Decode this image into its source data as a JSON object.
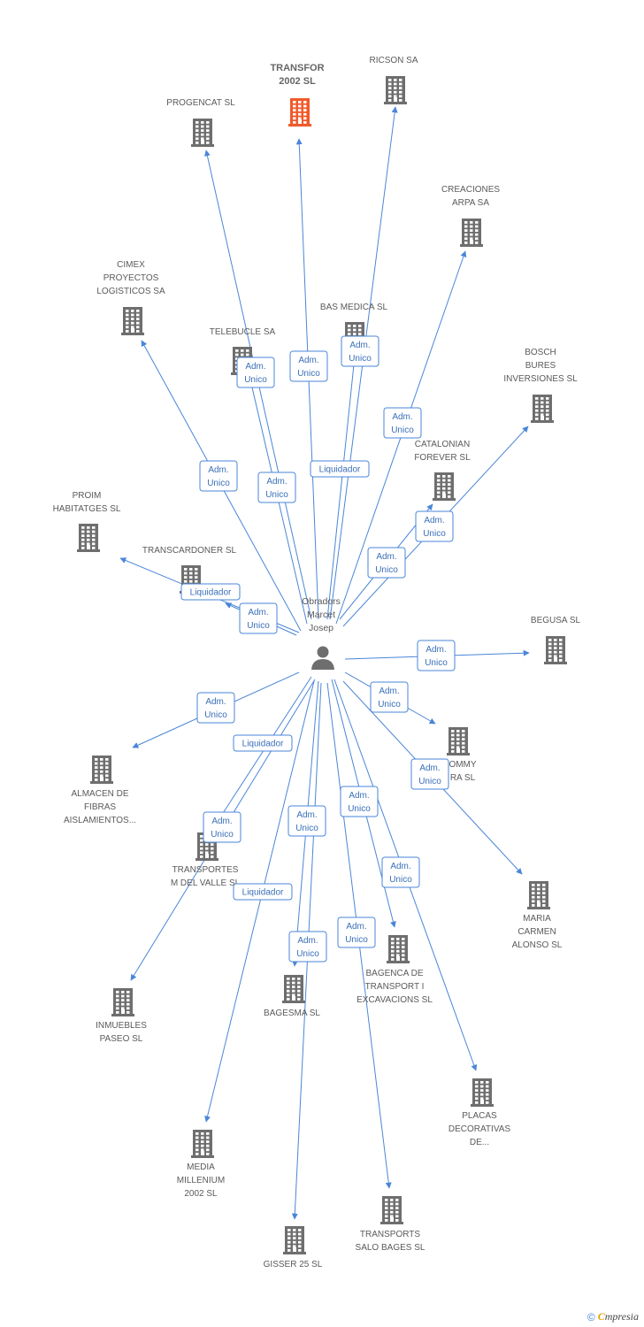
{
  "center": {
    "label_lines": [
      "Obradors",
      "Marcet",
      "Josep"
    ]
  },
  "colors": {
    "edge": "#4a86d8",
    "building": "#6e6e6e",
    "highlight": "#f05a2a"
  },
  "companies": [
    {
      "id": "transfor",
      "lines": [
        "TRANSFOR",
        "2002 SL"
      ],
      "highlight": true
    },
    {
      "id": "ricson",
      "lines": [
        "RICSON SA"
      ]
    },
    {
      "id": "progencat",
      "lines": [
        "PROGENCAT SL"
      ]
    },
    {
      "id": "creaciones",
      "lines": [
        "CREACIONES",
        "ARPA SA"
      ]
    },
    {
      "id": "cimex",
      "lines": [
        "CIMEX",
        "PROYECTOS",
        "LOGISTICOS SA"
      ]
    },
    {
      "id": "basmedica",
      "lines": [
        "BAS MEDICA SL"
      ]
    },
    {
      "id": "telebucle",
      "lines": [
        "TELEBUCLE SA"
      ]
    },
    {
      "id": "bosch",
      "lines": [
        "BOSCH",
        "BURES",
        "INVERSIONES SL"
      ]
    },
    {
      "id": "catalonian",
      "lines": [
        "CATALONIAN",
        "FOREVER SL"
      ]
    },
    {
      "id": "proim",
      "lines": [
        "PROIM",
        "HABITATGES SL"
      ]
    },
    {
      "id": "transcardoner",
      "lines": [
        "TRANSCARDONER SL"
      ]
    },
    {
      "id": "begusa",
      "lines": [
        "BEGUSA SL"
      ]
    },
    {
      "id": "tommy",
      "lines": [
        "OMMY",
        "RA SL"
      ]
    },
    {
      "id": "almacen",
      "lines": [
        "ALMACEN DE",
        "FIBRAS",
        "AISLAMIENTOS..."
      ]
    },
    {
      "id": "transportes",
      "lines": [
        "TRANSPORTES",
        "M DEL VALLE SL"
      ]
    },
    {
      "id": "maria",
      "lines": [
        "MARIA",
        "CARMEN",
        "ALONSO SL"
      ]
    },
    {
      "id": "bagenca",
      "lines": [
        "BAGENCA DE",
        "TRANSPORT I",
        "EXCAVACIONS SL"
      ]
    },
    {
      "id": "inmuebles",
      "lines": [
        "INMUEBLES",
        "PASEO SL"
      ]
    },
    {
      "id": "bagesma",
      "lines": [
        "BAGESMA SL"
      ]
    },
    {
      "id": "placas",
      "lines": [
        "PLACAS",
        "DECORATIVAS",
        "DE..."
      ]
    },
    {
      "id": "media",
      "lines": [
        "MEDIA",
        "MILLENIUM",
        "2002 SL"
      ]
    },
    {
      "id": "transports",
      "lines": [
        "TRANSPORTS",
        "SALO BAGES SL"
      ]
    },
    {
      "id": "gisser",
      "lines": [
        "GISSER 25 SL"
      ]
    }
  ],
  "relations": [
    {
      "target": "cimex",
      "lines": [
        "Adm.",
        "Unico"
      ]
    },
    {
      "target": "telebucle",
      "lines": [
        "Adm.",
        "Unico"
      ]
    },
    {
      "target": "progencat",
      "lines": [
        "Adm.",
        "Unico"
      ]
    },
    {
      "target": "transfor",
      "lines": [
        "Adm.",
        "Unico"
      ]
    },
    {
      "target": "basmedica",
      "lines": [
        "Adm.",
        "Unico"
      ]
    },
    {
      "target": "ricson",
      "lines": [
        "Liquidador"
      ]
    },
    {
      "target": "creaciones",
      "lines": [
        "Adm.",
        "Unico"
      ]
    },
    {
      "target": "bosch",
      "lines": [
        "Adm.",
        "Unico"
      ]
    },
    {
      "target": "catalonian",
      "lines": [
        "Adm.",
        "Unico"
      ]
    },
    {
      "target": "transcardoner",
      "lines": [
        "Liquidador"
      ]
    },
    {
      "target": "proim",
      "lines": [
        "Adm.",
        "Unico"
      ]
    },
    {
      "target": "begusa",
      "lines": [
        "Adm.",
        "Unico"
      ]
    },
    {
      "target": "tommy",
      "lines": [
        "Adm.",
        "Unico"
      ]
    },
    {
      "target": "almacen",
      "lines": [
        "Adm.",
        "Unico"
      ]
    },
    {
      "target": "transportes",
      "lines": [
        "Liquidador"
      ]
    },
    {
      "target": "maria",
      "lines": [
        "Adm.",
        "Unico"
      ]
    },
    {
      "target": "inmuebles",
      "lines": [
        "Adm.",
        "Unico"
      ]
    },
    {
      "target": "bagesma",
      "lines": [
        "Adm.",
        "Unico"
      ]
    },
    {
      "target": "media",
      "lines": [
        "Liquidador"
      ]
    },
    {
      "target": "bagenca",
      "lines": [
        "Adm.",
        "Unico"
      ]
    },
    {
      "target": "placas",
      "lines": [
        "Adm.",
        "Unico"
      ]
    },
    {
      "target": "gisser",
      "lines": [
        "Adm.",
        "Unico"
      ]
    },
    {
      "target": "transports",
      "lines": [
        "Adm.",
        "Unico"
      ]
    }
  ],
  "footer": {
    "copyright": "©",
    "brand_initial": "C",
    "brand_rest": "mpresia"
  }
}
